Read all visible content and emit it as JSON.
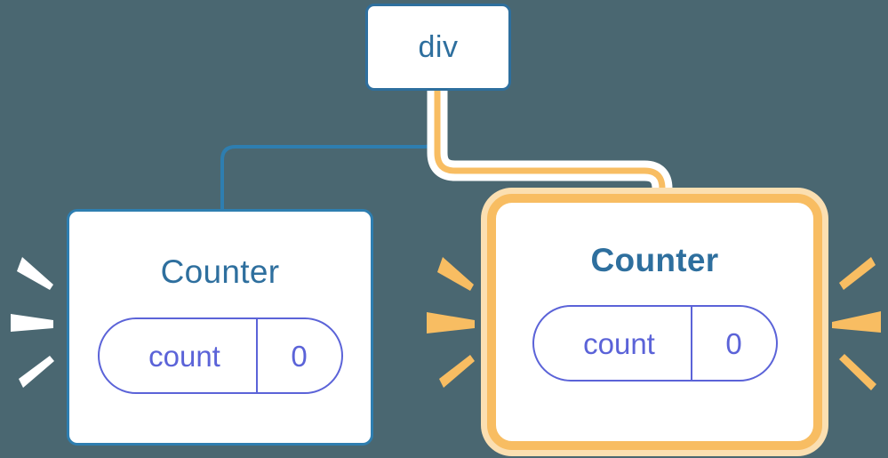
{
  "diagram": {
    "title": "component-rerender-highlight",
    "background_color": "#4a6771"
  },
  "nodes": {
    "root": {
      "label": "div",
      "border_color": "#2e6f9e",
      "text_color": "#2e6f9e"
    },
    "counter_left": {
      "label": "Counter",
      "border_color": "#2e7eb0",
      "text_color": "#2e6f9e",
      "highlighted": "false",
      "state": {
        "key": "count",
        "value": "0",
        "color": "#5b63d8"
      }
    },
    "counter_right": {
      "label": "Counter",
      "border_color": "#f8bd62",
      "glow_color": "#fbdfb1",
      "text_color": "#2e6f9e",
      "highlighted": "true",
      "state": {
        "key": "count",
        "value": "0",
        "color": "#5b63d8"
      }
    }
  },
  "connectors": {
    "to_left": {
      "color": "#2e7eb0",
      "style": "thin"
    },
    "to_right": {
      "color": "#f8bd62",
      "halo_color": "#ffffff",
      "style": "highlighted"
    }
  },
  "sparkles": {
    "left_outer": {
      "color": "#ffffff",
      "count": "3"
    },
    "right_inner": {
      "color": "#f8bd62",
      "count": "3"
    },
    "right_outer": {
      "color": "#f8bd62",
      "count": "3"
    }
  }
}
